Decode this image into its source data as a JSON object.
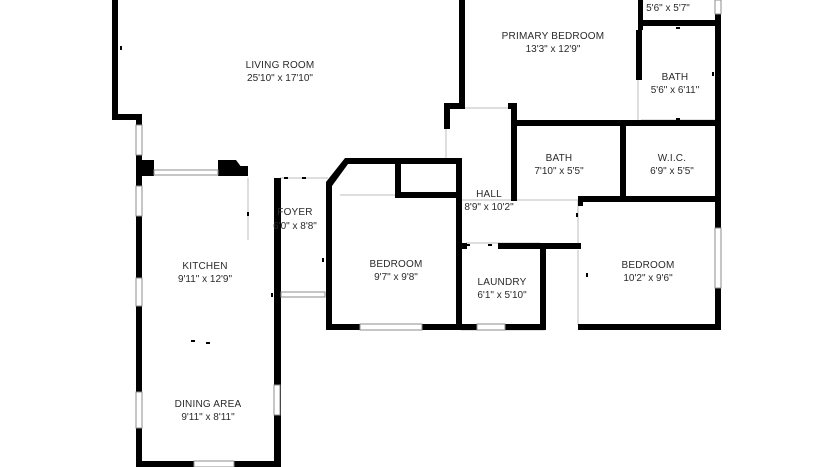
{
  "rooms": {
    "living": {
      "name": "LIVING ROOM",
      "dims": "25'10\" x 17'10\""
    },
    "primary_bedroom": {
      "name": "PRIMARY BEDROOM",
      "dims": "13'3\" x 12'9\""
    },
    "top_closet": {
      "dims": "5'6\" x 5'7\""
    },
    "primary_bath": {
      "name": "BATH",
      "dims": "5'6\" x 6'11\""
    },
    "bath": {
      "name": "BATH",
      "dims": "7'10\" x 5'5\""
    },
    "wic": {
      "name": "W.I.C.",
      "dims": "6'9\" x 5'5\""
    },
    "hall": {
      "name": "HALL",
      "dims": "8'9\" x 10'2\""
    },
    "foyer": {
      "name": "FOYER",
      "dims": "6'0\" x 8'8\""
    },
    "kitchen": {
      "name": "KITCHEN",
      "dims": "9'11\" x 12'9\""
    },
    "bedroom_1": {
      "name": "BEDROOM",
      "dims": "9'7\" x 9'8\""
    },
    "laundry": {
      "name": "LAUNDRY",
      "dims": "6'1\" x 5'10\""
    },
    "bedroom_2": {
      "name": "BEDROOM",
      "dims": "10'2\" x 9'6\""
    },
    "dining": {
      "name": "DINING AREA",
      "dims": "9'11\" x 8'11\""
    }
  }
}
